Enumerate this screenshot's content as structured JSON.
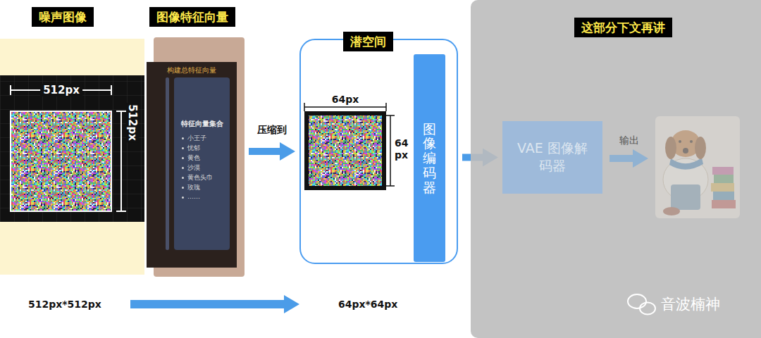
{
  "diagram": {
    "nodes": [
      {
        "text": [
          "噪声图像"
        ]
      },
      {
        "text": [
          "图像特征向量"
        ]
      },
      {
        "text": [
          "构建总特征向量"
        ],
        "in": 1
      },
      {
        "text": [
          "特征向量集合",
          "小王子",
          "忧郁",
          "黄色",
          "沙漠",
          "黄色头巾",
          "玫瑰",
          "……"
        ],
        "in": 2
      },
      {
        "text": [
          "潜空间"
        ]
      },
      {
        "text": [
          "图像编码器"
        ],
        "in": 4
      },
      {
        "text": [
          "这部分下文再讲"
        ]
      },
      {
        "text": [
          "VAE 图像解码器"
        ],
        "in": 6
      }
    ],
    "edges": [
      {
        "from": 1,
        "to": 4,
        "arrow": "to",
        "label": "压缩到"
      },
      {
        "from": 4,
        "to": 7,
        "arrow": "to"
      }
    ],
    "labels": [
      "512px",
      "512px",
      "64px",
      "64 px",
      "输出",
      "512px*512px",
      "64px*64px",
      "音波楠神"
    ]
  }
}
